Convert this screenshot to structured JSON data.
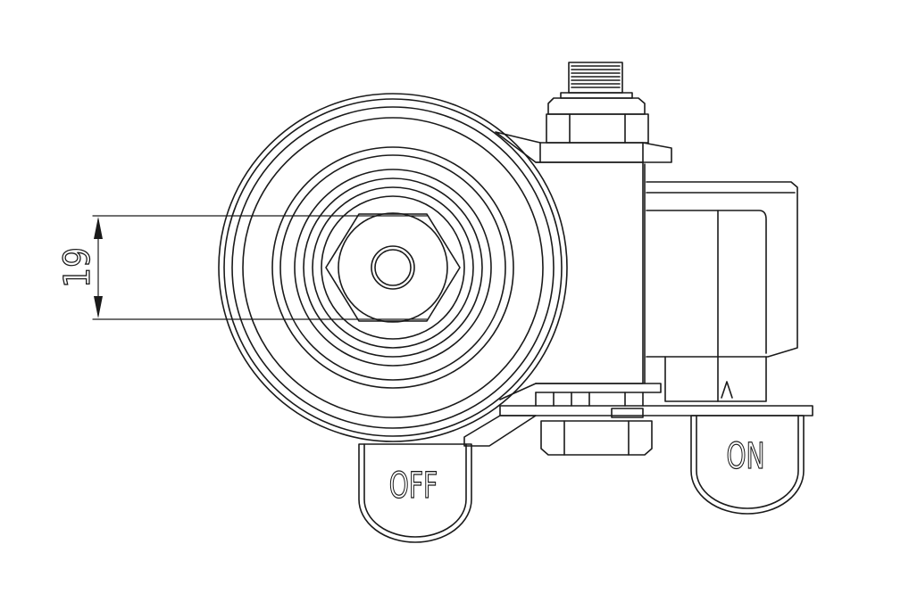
{
  "drawing": {
    "dimension_value": "19",
    "pedal_off_label": "OFF",
    "pedal_on_label": "ON",
    "line_color": "#1a1a1a",
    "background": "#ffffff"
  }
}
